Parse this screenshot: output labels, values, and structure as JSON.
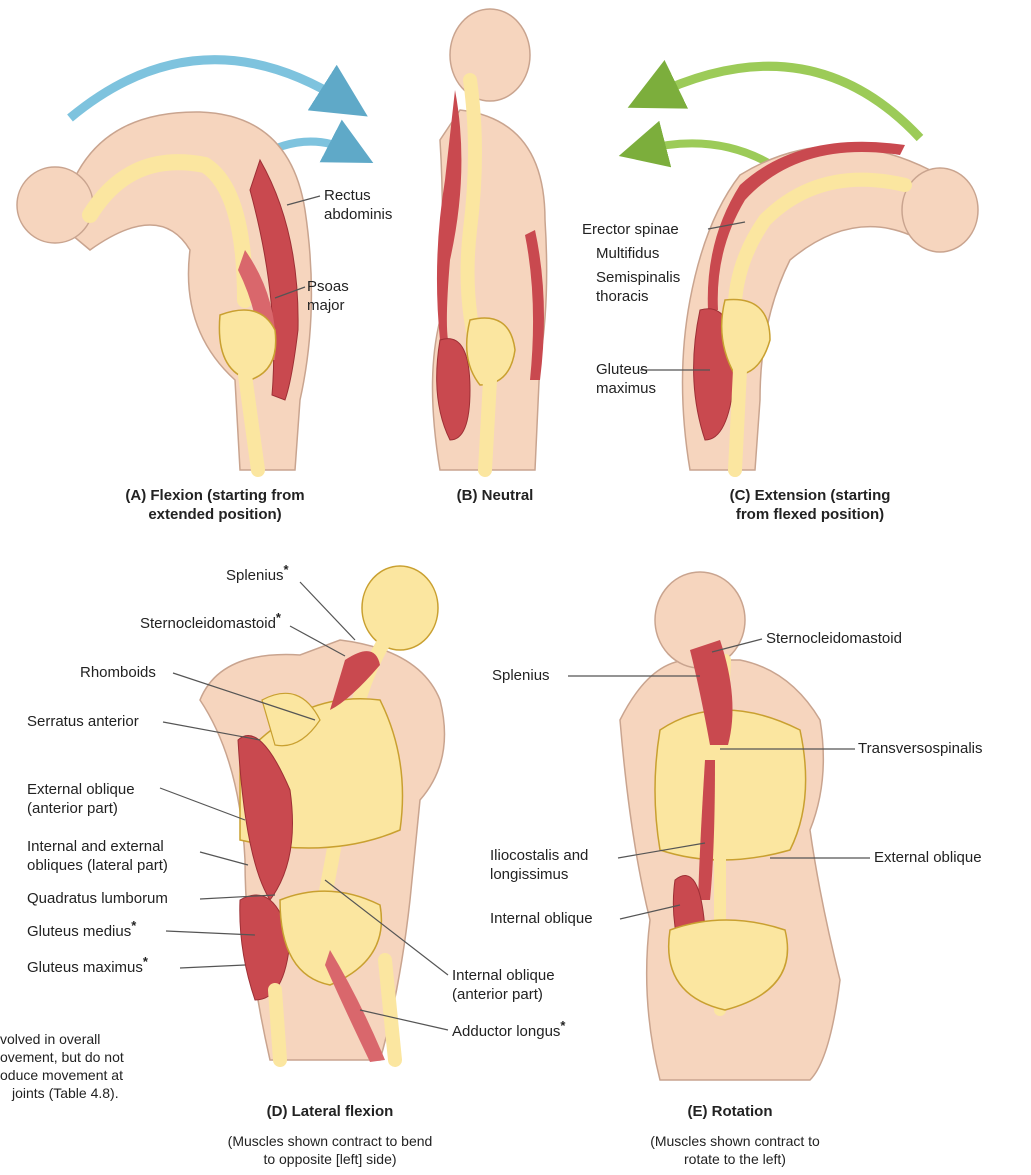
{
  "colors": {
    "skin": "#f6d5be",
    "skin_line": "#c9a48f",
    "bone": "#fbe6a0",
    "bone_line": "#c9a030",
    "muscle": "#c9494f",
    "muscle_dark": "#9e2f35",
    "arrow_blue": "#7ec3de",
    "arrow_green": "#9ccb58",
    "leader": "#555555"
  },
  "panel_a": {
    "labels": {
      "rectus": [
        "Rectus",
        "abdominis"
      ],
      "psoas": [
        "Psoas",
        "major"
      ]
    },
    "caption": [
      "(A) Flexion (starting from",
      "extended position)"
    ]
  },
  "panel_b": {
    "caption": [
      "(B) Neutral"
    ]
  },
  "panel_c": {
    "labels": {
      "erector": "Erector spinae",
      "multifidus": "Multifidus",
      "semispinalis": [
        "Semispinalis",
        "thoracis"
      ],
      "gluteus": [
        "Gluteus",
        "maximus"
      ]
    },
    "caption": [
      "(C) Extension (starting",
      "from flexed position)"
    ]
  },
  "panel_d": {
    "labels": {
      "splenius": "Splenius",
      "sternocleidomastoid": "Sternocleidomastoid",
      "rhomboids": "Rhomboids",
      "serratus": "Serratus anterior",
      "ext_oblique": [
        "External oblique",
        "(anterior part)"
      ],
      "int_ext_obliques": [
        "Internal and external",
        "obliques (lateral part)"
      ],
      "quadratus": "Quadratus lumborum",
      "gluteus_medius": "Gluteus medius",
      "gluteus_maximus": "Gluteus maximus",
      "int_oblique_ant": [
        "Internal oblique",
        "(anterior part)"
      ],
      "adductor": "Adductor longus"
    },
    "asterisk": "*",
    "footnote": [
      "volved in overall",
      "ovement, but do not",
      "oduce movement at",
      "joints (Table 4.8)."
    ],
    "caption": [
      "(D) Lateral flexion"
    ],
    "subcaption": [
      "(Muscles shown contract to bend",
      "to opposite [left] side)"
    ]
  },
  "panel_e": {
    "labels": {
      "sternocleidomastoid": "Sternocleidomastoid",
      "splenius": "Splenius",
      "transversospinalis": "Transversospinalis",
      "iliocostalis": [
        "Iliocostalis and",
        "longissimus"
      ],
      "external_oblique": "External oblique",
      "internal_oblique": "Internal oblique"
    },
    "caption": [
      "(E) Rotation"
    ],
    "subcaption": [
      "(Muscles shown contract to",
      "rotate to the left)"
    ]
  }
}
